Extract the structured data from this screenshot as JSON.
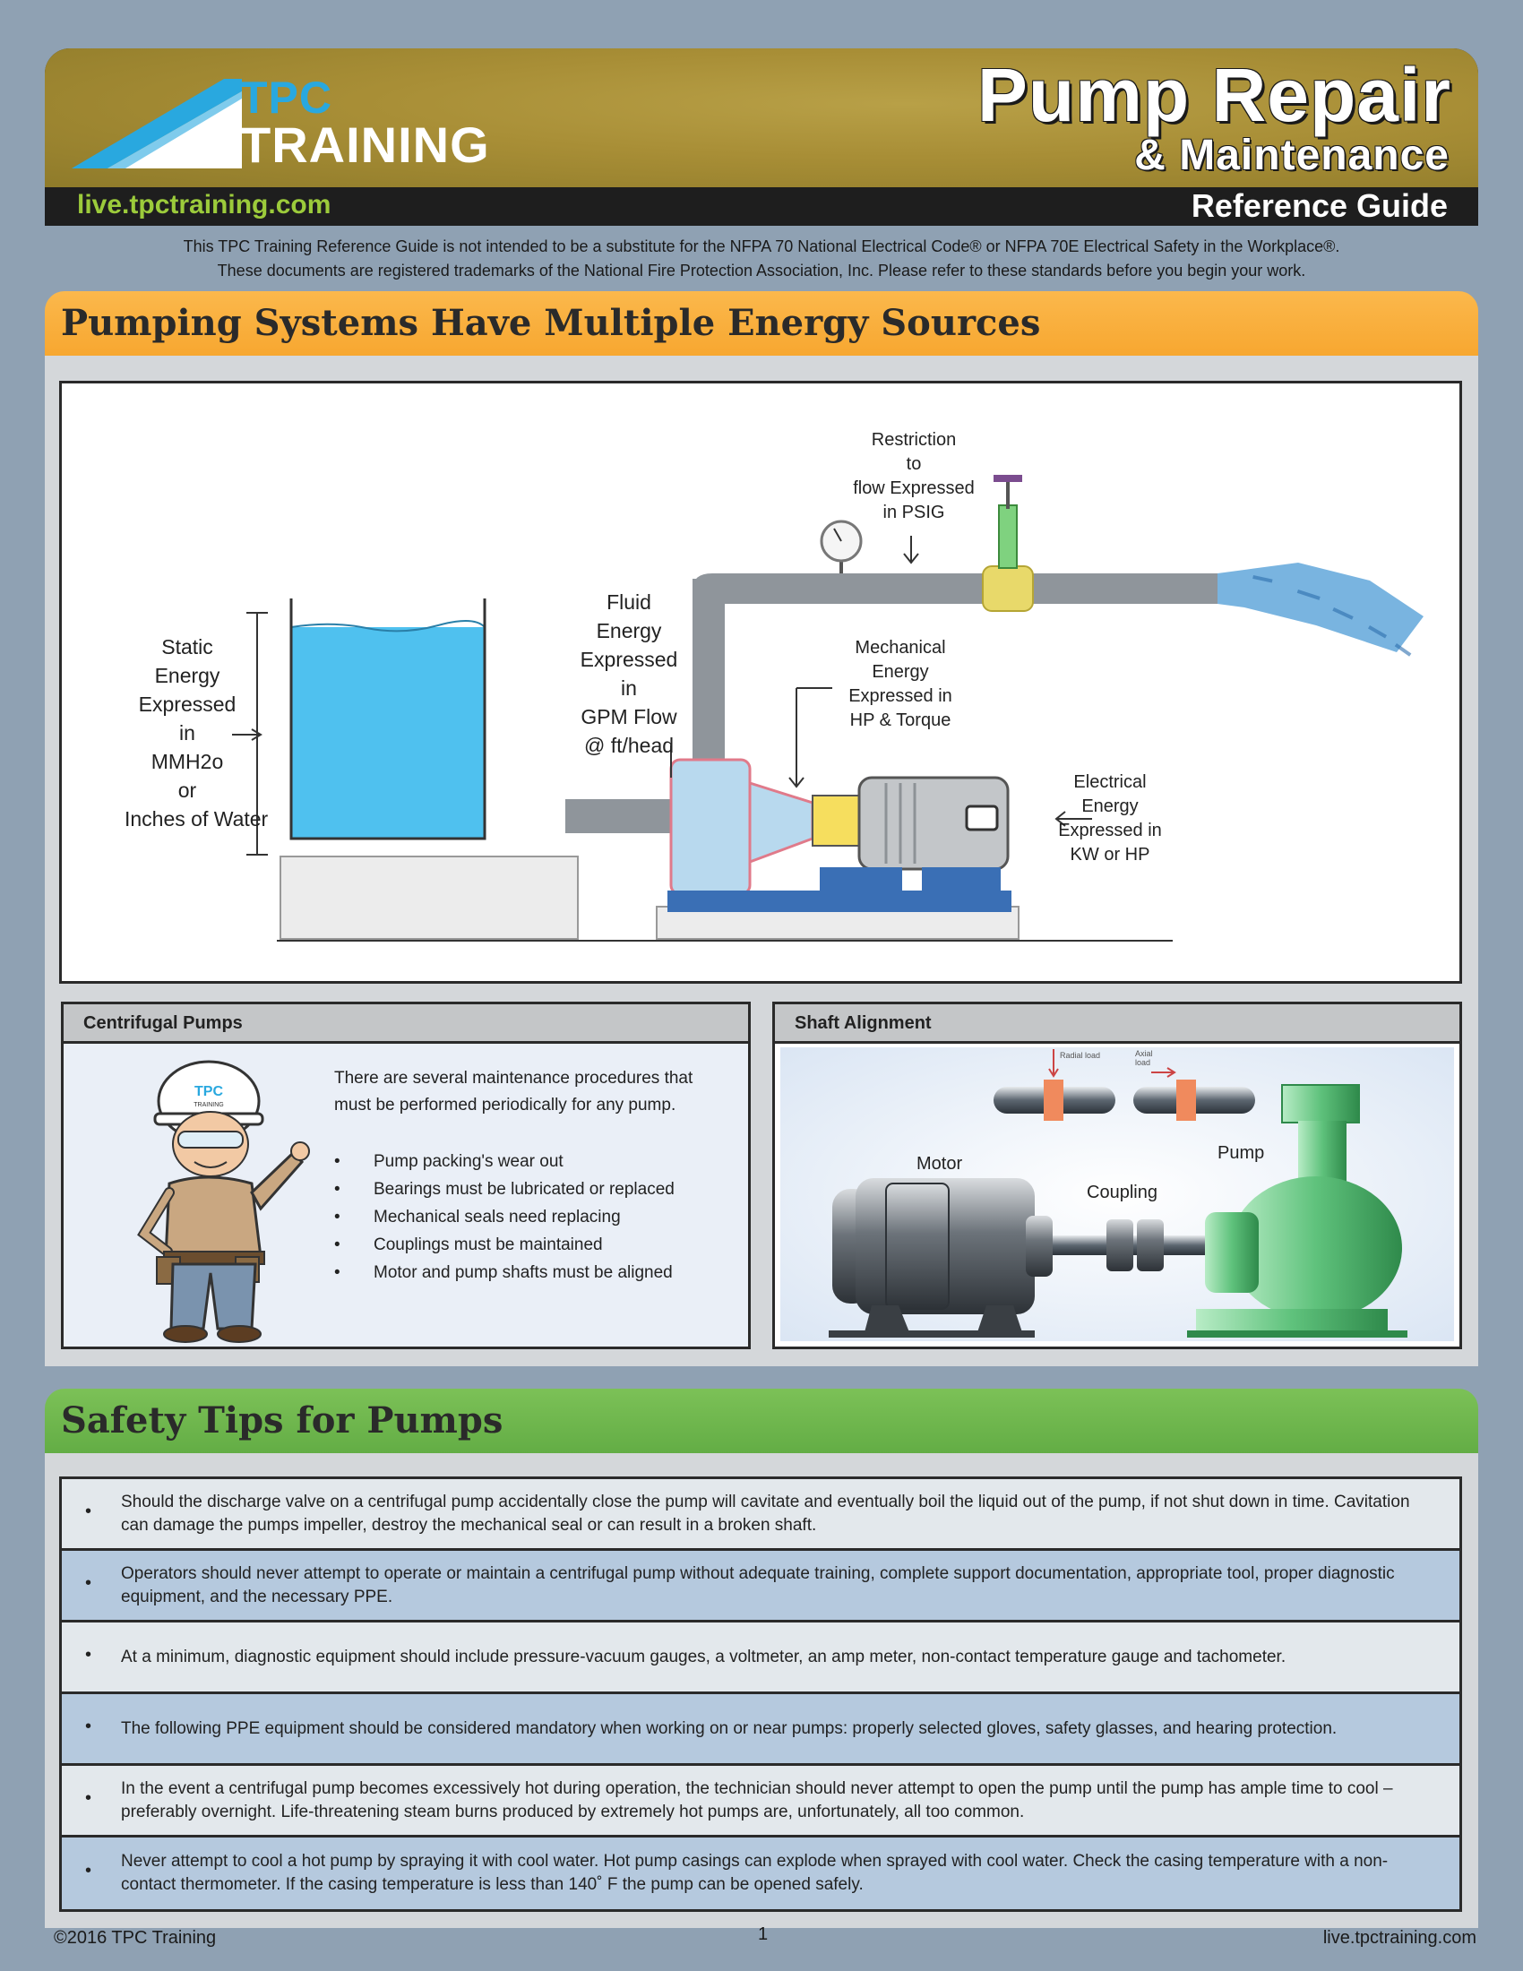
{
  "header": {
    "logo_top": "TPC",
    "logo_bottom": "TRAINING",
    "site_url": "live.tpctraining.com",
    "title": "Pump Repair",
    "subtitle": "& Maintenance",
    "guide_label": "Reference Guide"
  },
  "disclaimer": {
    "line1": "This TPC Training Reference Guide is not intended to be a substitute for the NFPA 70 National Electrical Code® or NFPA 70E Electrical Safety in the Workplace®.",
    "line2": "These documents are registered trademarks of the National Fire Protection Association, Inc.  Please refer to these standards before you begin your work."
  },
  "section1": {
    "title": "Pumping Systems Have Multiple Energy Sources",
    "diagram": {
      "static_energy": [
        "Static",
        "Energy",
        "Expressed",
        "in",
        "MMH2o",
        "or",
        "Inches of Water"
      ],
      "fluid_energy": [
        "Fluid",
        "Energy",
        "Expressed",
        "in",
        "GPM Flow",
        "@ ft/head"
      ],
      "restriction": [
        "Restriction",
        "to",
        "flow Expressed",
        "in PSIG"
      ],
      "mechanical_energy": [
        "Mechanical",
        "Energy",
        "Expressed in",
        "HP & Torque"
      ],
      "electrical_energy": [
        "Electrical",
        "Energy",
        "Expressed in",
        "KW or HP"
      ]
    },
    "centrifugal": {
      "heading": "Centrifugal Pumps",
      "helmet_text": "TPC",
      "helmet_sub": "TRAINING",
      "intro": "There are several maintenance procedures that must be performed periodically for any pump.",
      "items": [
        "Pump packing's wear out",
        "Bearings must be lubricated or replaced",
        "Mechanical seals need replacing",
        "Couplings must be maintained",
        "Motor and pump shafts must be aligned"
      ]
    },
    "shaft": {
      "heading": "Shaft Alignment",
      "radial_load": "Radial load",
      "axial_load_1": "Axial",
      "axial_load_2": "load",
      "motor": "Motor",
      "coupling": "Coupling",
      "pump": "Pump"
    }
  },
  "section2": {
    "title": "Safety Tips for Pumps",
    "tips": [
      "Should the discharge valve on a centrifugal pump accidentally close the pump will cavitate and eventually boil the liquid out of the pump, if not shut down in time. Cavitation can damage the pumps impeller, destroy the mechanical seal or can result in a broken shaft.",
      "Operators should never attempt to operate or maintain a centrifugal pump without adequate training, complete support documentation, appropriate tool, proper diagnostic equipment, and the necessary PPE.",
      "At a minimum, diagnostic equipment should include  pressure-vacuum gauges, a voltmeter, an amp meter, non-contact temperature gauge and tachometer.",
      "The following PPE equipment should be considered mandatory when working on or near pumps: properly selected gloves, safety glasses, and hearing protection.",
      "In the event a centrifugal pump becomes excessively hot during operation, the technician should never attempt to open the pump until the pump has ample time to cool – preferably overnight. Life-threatening steam burns produced by extremely hot pumps are, unfortunately, all too common.",
      "Never attempt to cool a hot pump by spraying it with cool water. Hot pump casings can explode when sprayed with cool water. Check the casing temperature with a non-contact thermometer. If the casing temperature is less than 140˚ F the pump can be opened safely."
    ]
  },
  "footer": {
    "copyright": "©2016 TPC Training",
    "page_number": "1",
    "url": "live.tpctraining.com"
  }
}
